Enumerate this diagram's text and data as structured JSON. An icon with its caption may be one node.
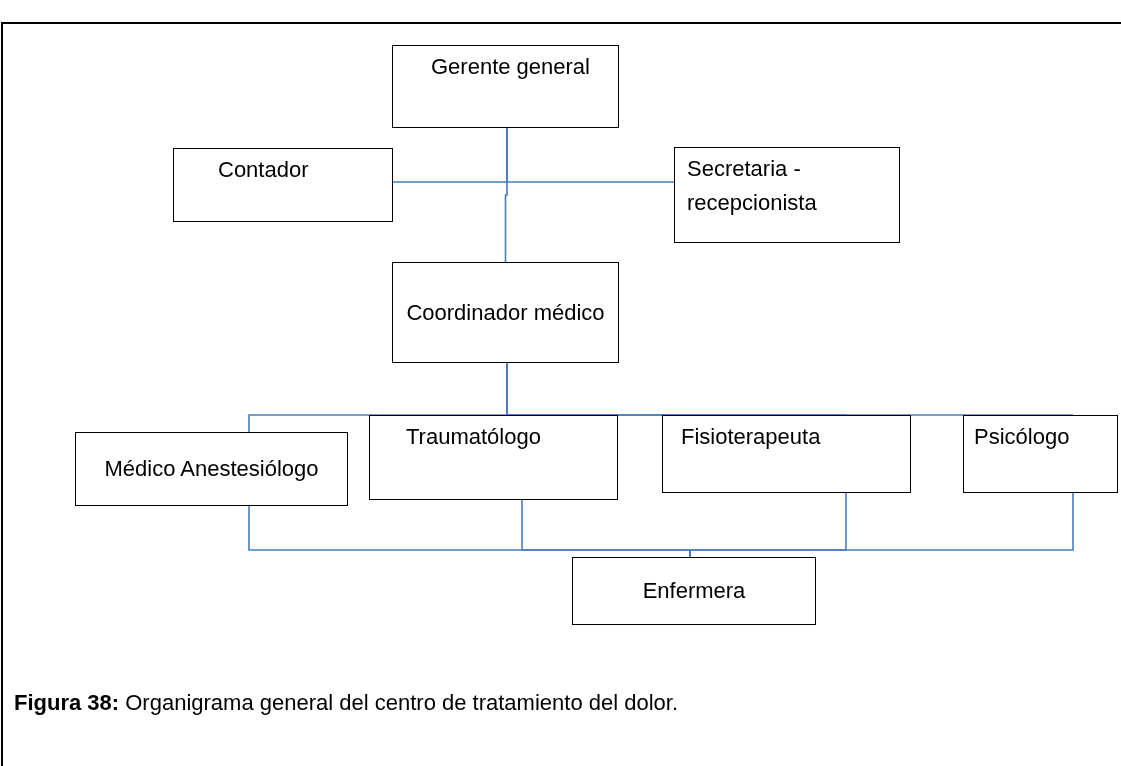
{
  "diagram": {
    "caption": "**Figura 38:** Organigrama general del centro de tratamiento del dolor.",
    "nodes": [
      {
        "text": [
          "Gerente general"
        ]
      },
      {
        "text": [
          "Contador"
        ]
      },
      {
        "text": [
          "Secretaria - recepcionista"
        ]
      },
      {
        "text": [
          "Coordinador médico"
        ]
      },
      {
        "text": [
          "Médico Anestesiólogo"
        ]
      },
      {
        "text": [
          "Traumatólogo"
        ]
      },
      {
        "text": [
          "Fisioterapeuta"
        ]
      },
      {
        "text": [
          "Psicólogo"
        ]
      },
      {
        "text": [
          "Enfermera"
        ]
      }
    ],
    "edges": [
      {
        "from": 0,
        "to": 1,
        "arrow": "none"
      },
      {
        "from": 0,
        "to": 2,
        "arrow": "none"
      },
      {
        "from": 0,
        "to": 3,
        "arrow": "none"
      },
      {
        "from": 3,
        "to": 4,
        "arrow": "none"
      },
      {
        "from": 3,
        "to": 5,
        "arrow": "none"
      },
      {
        "from": 3,
        "to": 6,
        "arrow": "none"
      },
      {
        "from": 3,
        "to": 7,
        "arrow": "none"
      },
      {
        "from": 4,
        "to": 8,
        "arrow": "none"
      },
      {
        "from": 5,
        "to": 8,
        "arrow": "none"
      },
      {
        "from": 6,
        "to": 8,
        "arrow": "none"
      },
      {
        "from": 7,
        "to": 8,
        "arrow": "none"
      }
    ]
  }
}
